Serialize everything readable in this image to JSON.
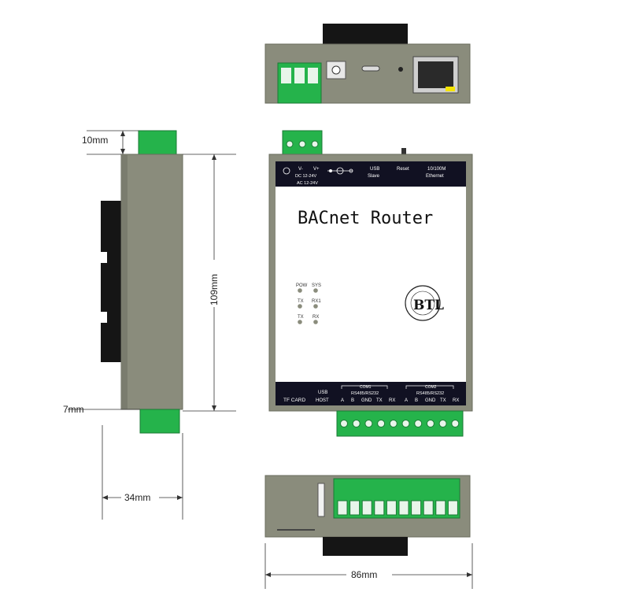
{
  "product": {
    "name": "BACnet Router",
    "logo_text": "BTL"
  },
  "top_labels": {
    "v_minus": "V-",
    "v_plus": "V+",
    "dc": "DC 12-24V",
    "ac": "AC 12-24V",
    "usb": "USB",
    "slave": "Slave",
    "reset": "Reset",
    "speed": "10/100M",
    "ethernet": "Ethernet"
  },
  "leds": {
    "pow": "POW",
    "sys": "SYS",
    "tx1": "TX",
    "rx1": "RX1",
    "tx2": "TX",
    "rx2": "RX"
  },
  "bottom_labels": {
    "tf_card": "TF CARD",
    "usb": "USB",
    "host": "HOST",
    "com1": "COM1",
    "com1_type": "RS485/RS232",
    "com2": "COM2",
    "com2_type": "RS485/RS232",
    "a1": "A",
    "b1": "B",
    "gnd1": "GND",
    "tx1": "TX",
    "rx1": "RX",
    "a2": "A",
    "b2": "B",
    "gnd2": "GND",
    "tx2": "TX",
    "rx2": "RX"
  },
  "dimensions": {
    "top_clip": "10mm",
    "height": "109mm",
    "bottom_clip": "7mm",
    "depth": "34mm",
    "width": "86mm"
  },
  "colors": {
    "housing": "#8a8c7c",
    "housing_dark": "#6f7163",
    "terminal_green": "#25b34b",
    "label_bar": "#111122",
    "din_rail": "#151515"
  }
}
